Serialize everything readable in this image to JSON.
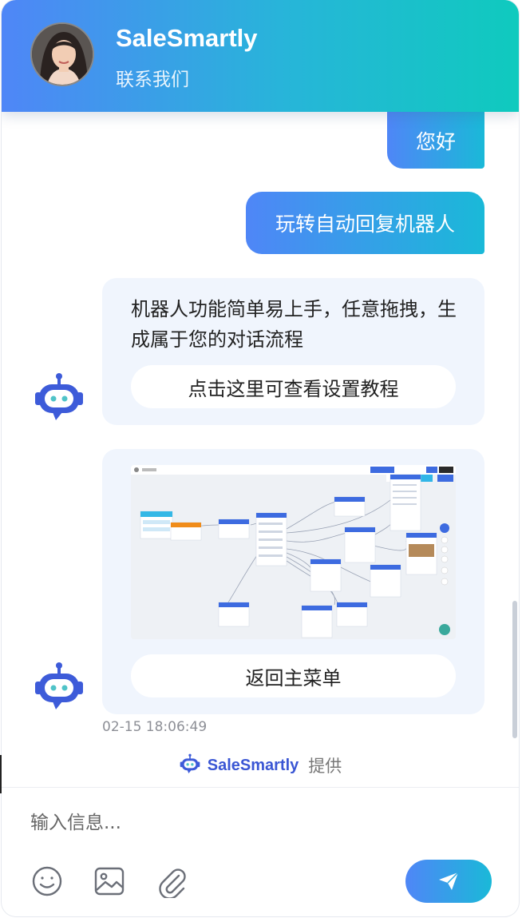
{
  "header": {
    "title": "SaleSmartly",
    "subtitle": "联系我们"
  },
  "messages": {
    "user_1": "您好",
    "user_2": "玩转自动回复机器人",
    "bot_1_text": "机器人功能简单易上手，任意拖拽，生成属于您的对话流程",
    "bot_1_button": "点击这里可查看设置教程",
    "bot_2_button": "返回主菜单",
    "timestamp": "02-15 18:06:49"
  },
  "footer": {
    "brand": "SaleSmartly",
    "powered_by": "提供"
  },
  "composer": {
    "placeholder": "输入信息..."
  },
  "icons": {
    "avatar": "agent-avatar",
    "bot": "robot-icon",
    "emoji": "emoji-icon",
    "image": "image-icon",
    "attach": "paperclip-icon",
    "send": "send-icon"
  },
  "colors": {
    "accent_start": "#4f86f7",
    "accent_end": "#0fcabe",
    "brand": "#3a56d4",
    "bot_bubble": "#f0f5fd"
  }
}
